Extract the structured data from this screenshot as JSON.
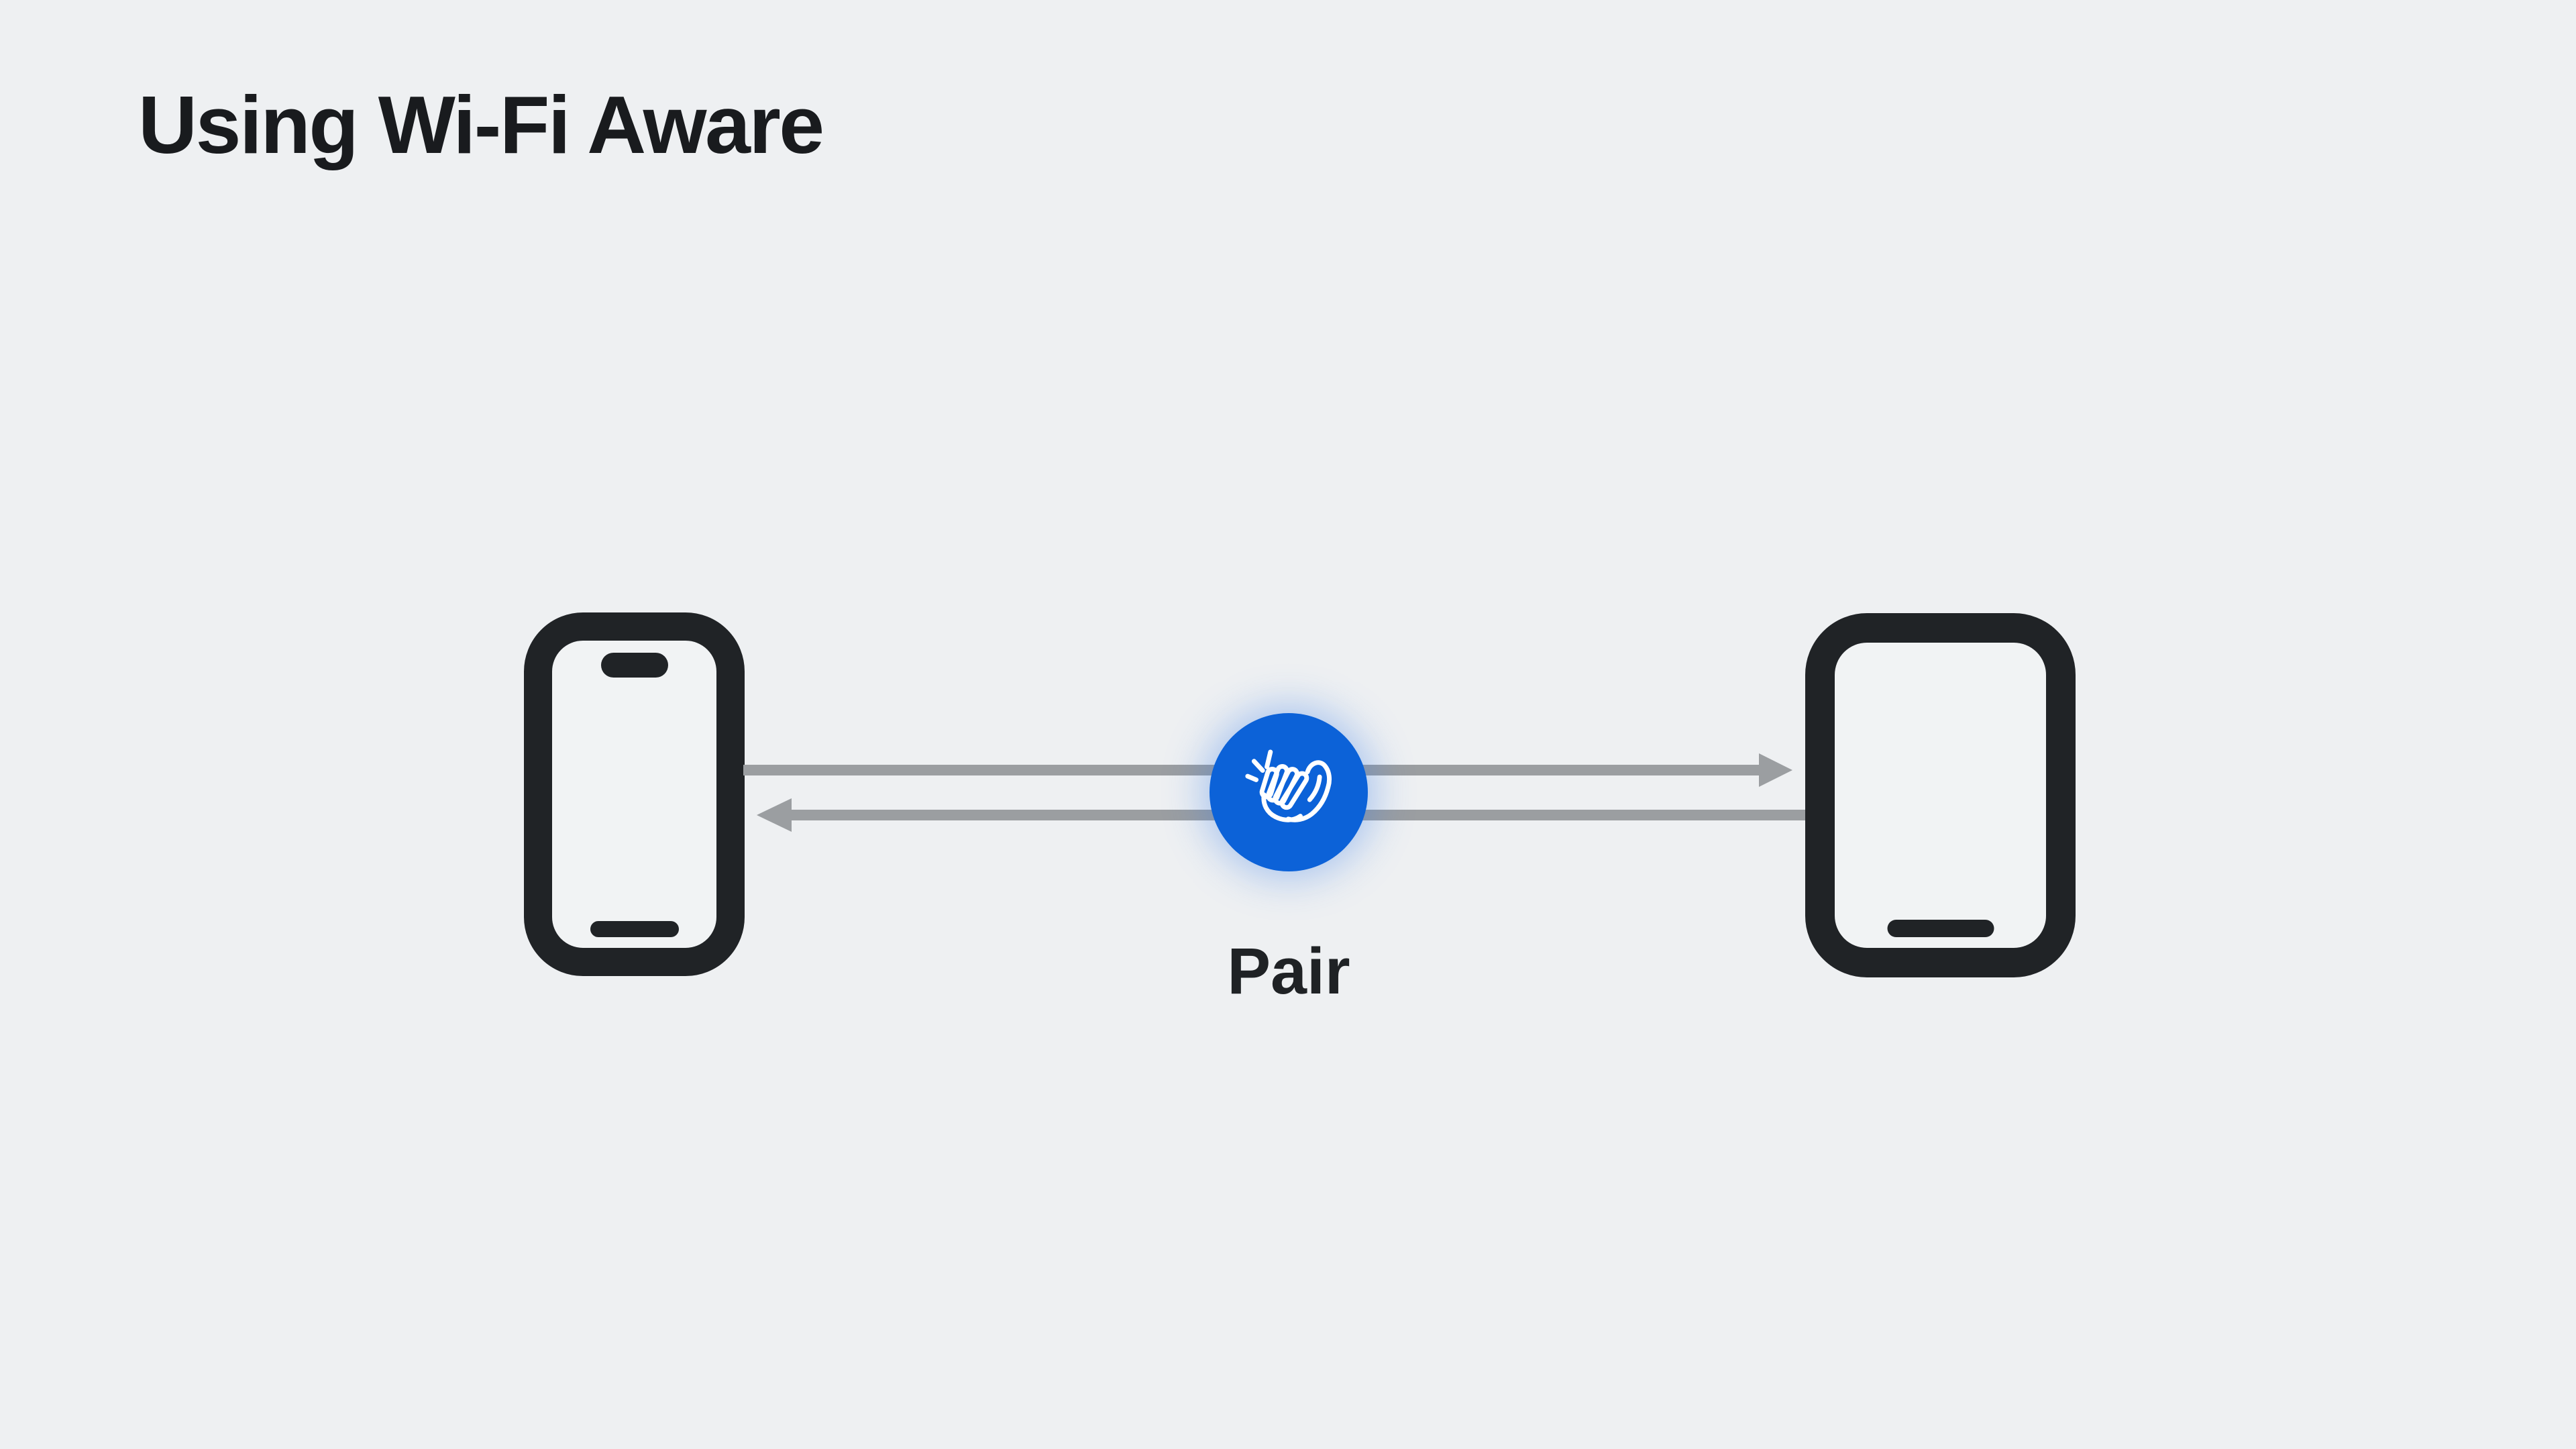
{
  "slide": {
    "title": "Using Wi-Fi Aware",
    "background_color": "#eef0f2",
    "title_color": "#191b1e"
  },
  "diagram": {
    "left_device": "phone",
    "right_device": "tablet",
    "pair_label": "Pair",
    "pair_icon": "clapping-hands-icon",
    "arrows": [
      "right",
      "left"
    ],
    "colors": {
      "accent_blue": "#0c62d8",
      "arrow_gray": "#9b9ea1",
      "device_outline": "#202326",
      "label_text": "#1f2225",
      "icon_stroke": "#ffffff"
    }
  }
}
